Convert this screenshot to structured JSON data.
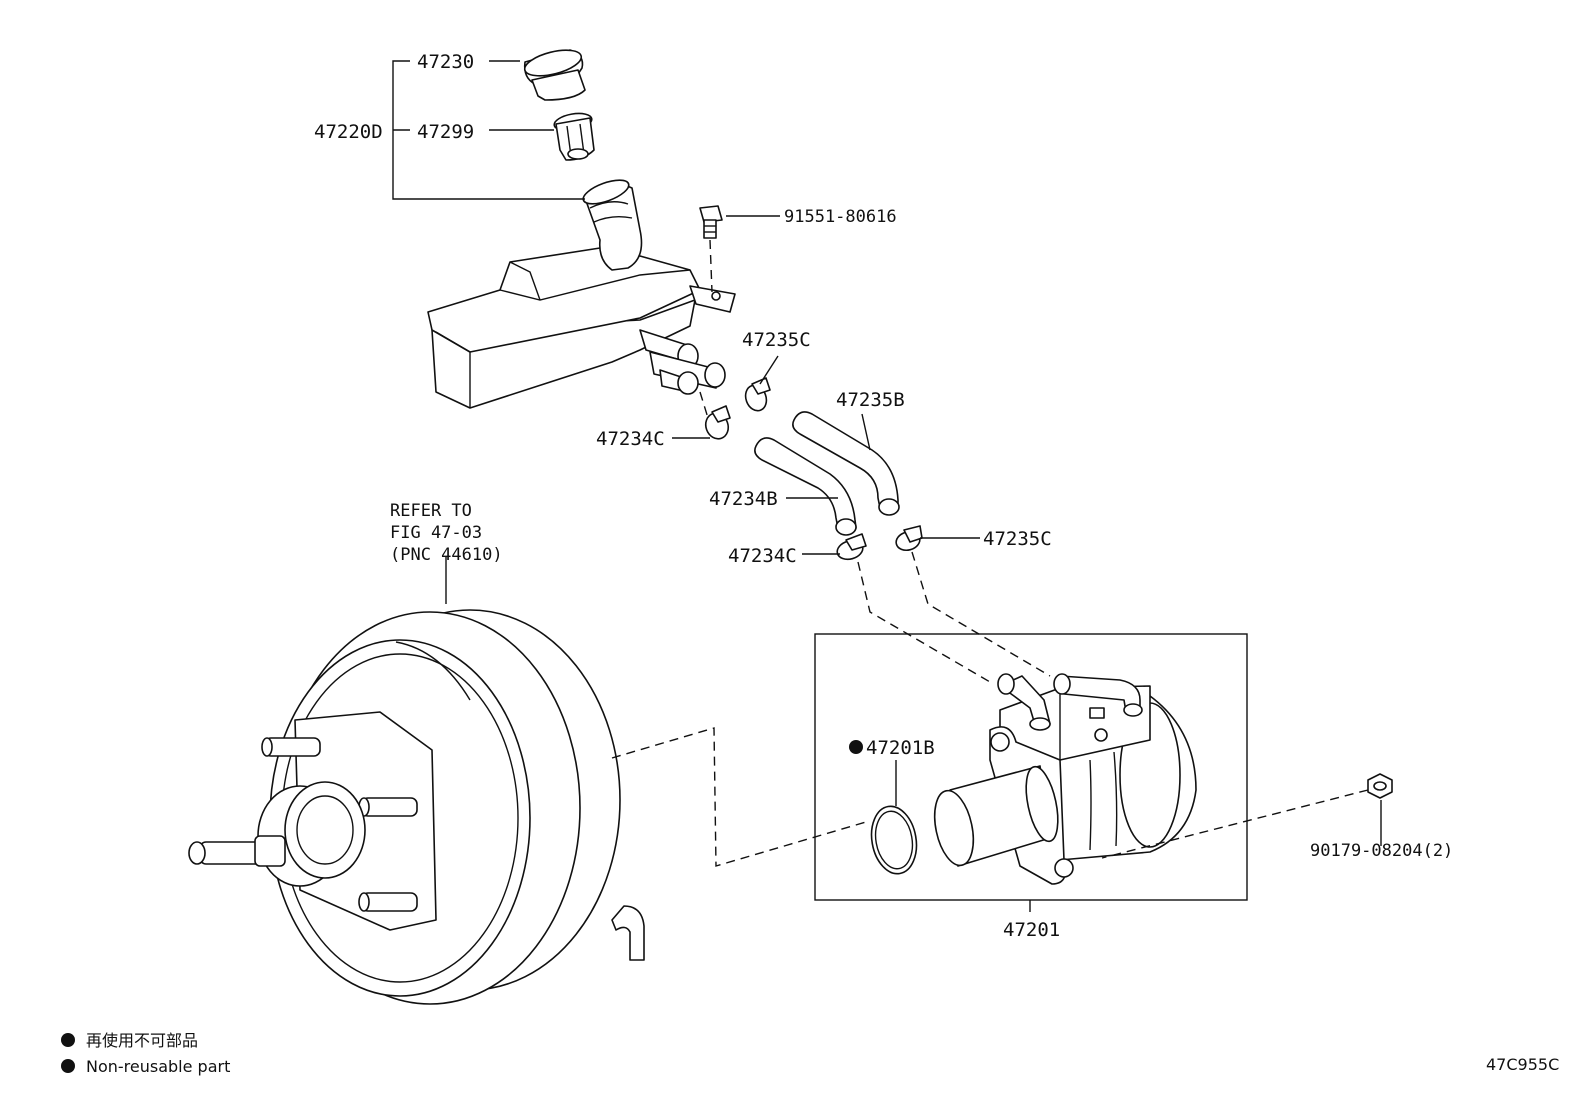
{
  "diagram": {
    "figure_code": "47C955C",
    "legend": {
      "marker": "●",
      "line1": "再使用不可部品",
      "line2": "Non-reusable part"
    },
    "labels": {
      "p47230": "47230",
      "p47220D": "47220D",
      "p47299": "47299",
      "p9155180616": "91551-80616",
      "p47235C_top": "47235C",
      "p47235B": "47235B",
      "p47234C_top": "47234C",
      "p47234B": "47234B",
      "p47234C_bottom": "47234C",
      "p47235C_bottom": "47235C",
      "refer_line1": "REFER TO",
      "refer_line2": "FIG 47-03",
      "refer_line3": "(PNC 44610)",
      "p47201B": "47201B",
      "p9017908204": "90179-08204(2)",
      "p47201": "47201"
    }
  }
}
